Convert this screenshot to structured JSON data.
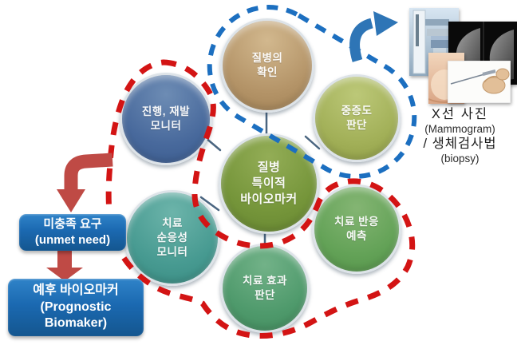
{
  "nodes": {
    "center": {
      "label": "질병\n특이적\n바이오마커",
      "color": "#75953a"
    },
    "confirm": {
      "label": "질병의\n확인",
      "color": "#b49468"
    },
    "severity": {
      "label": "중증도\n판단",
      "color": "#a2b058"
    },
    "progression": {
      "label": "진행, 재발\n모니터",
      "color": "#48699c"
    },
    "compliance": {
      "label": "치료\n순응성\n모니터",
      "color": "#479a91"
    },
    "effect": {
      "label": "치료 효과\n판단",
      "color": "#4f9a6c"
    },
    "response": {
      "label": "치료 반응\n예측",
      "color": "#63a257"
    }
  },
  "boxes": {
    "unmet_need": {
      "label": "미충족 요구\n(unmet need)"
    },
    "prognostic": {
      "label": "예후 바이오마커\n(Prognostic\nBiomaker)"
    }
  },
  "caption": {
    "line1": "X선 사진",
    "line2": "(Mammogram)",
    "line3": "/ 생체검사법",
    "line4": "(biopsy)"
  },
  "images": {
    "machine": "mammography-machine-photo",
    "xray": "breast-xray-films",
    "breast": "breast-photo",
    "biopsy": "biopsy-needle-illustration"
  },
  "colors": {
    "blue_dash": "#1c6fc0",
    "red_dash": "#d31414",
    "arrow_red": "#bf4a45",
    "arrow_blue": "#2e75b6",
    "box_blue": "#1b69b1"
  }
}
